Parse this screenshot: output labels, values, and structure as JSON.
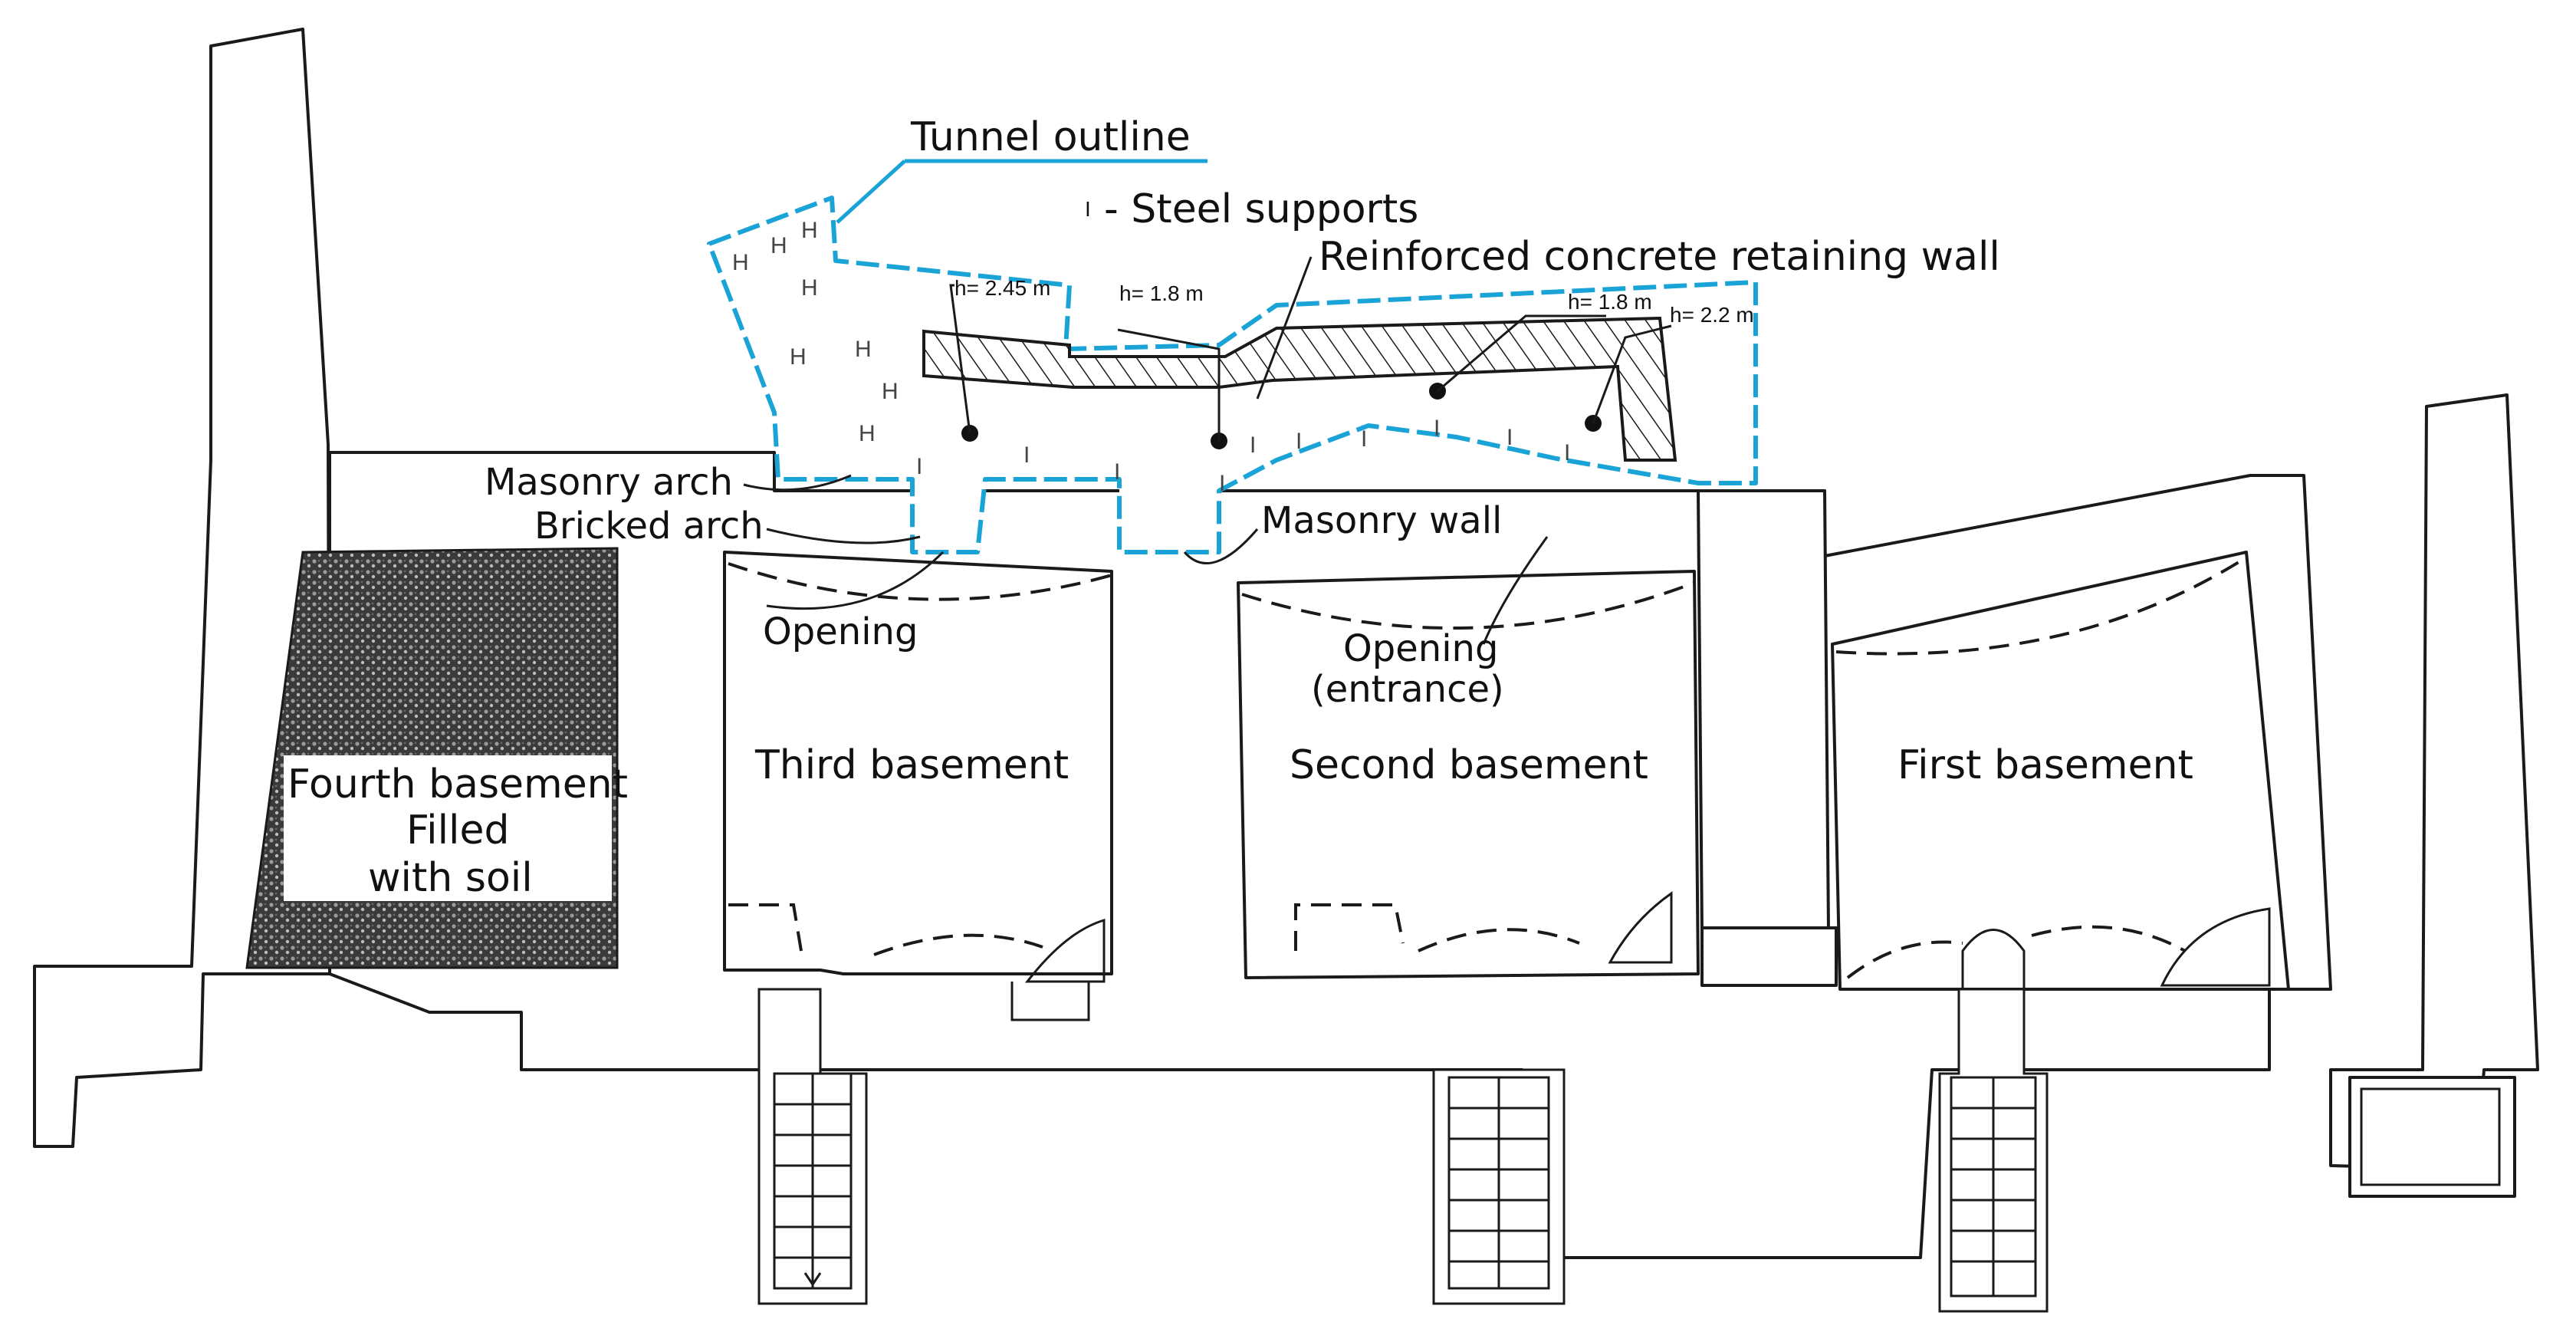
{
  "labels": {
    "tunnel_outline": "Tunnel outline",
    "steel_supports": "- Steel supports",
    "steel_symbol": "I",
    "retaining_wall": "Reinforced concrete retaining wall",
    "masonry_arch": "Masonry arch",
    "bricked_arch": "Bricked arch",
    "masonry_wall": "Masonry wall",
    "opening": "Opening",
    "opening_entrance_1": "Opening",
    "opening_entrance_2": "(entrance)",
    "fourth_basement_1": "Fourth basement",
    "fourth_basement_2": "Filled",
    "fourth_basement_3": "with soil",
    "third_basement": "Third basement",
    "second_basement": "Second basement",
    "first_basement": "First basement"
  },
  "heights": {
    "h1": "h= 2.45 m",
    "h2": "h= 1.8 m",
    "h3": "h= 1.8 m",
    "h4": "h= 2.2 m"
  },
  "colors": {
    "tunnel": "#1aa3d6",
    "lines": "#1a1a1a",
    "soil_fill": "#3a3a3a"
  }
}
